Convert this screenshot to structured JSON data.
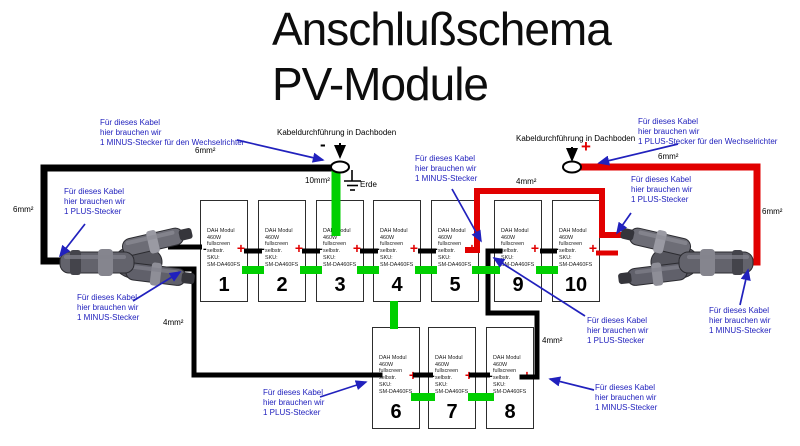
{
  "title": {
    "line1": "Anschlußschema",
    "line2": "PV-Module"
  },
  "colors": {
    "annotation_blue": "#2121bd",
    "plus_red": "#e10000",
    "ground_green": "#00cf00",
    "wire_black": "#000000"
  },
  "module_spec": {
    "lines": [
      "DAH Modul",
      "460W",
      "fullscreen",
      "selbstr.",
      "SKU:",
      "SM-DA460FS"
    ]
  },
  "terminals": {
    "minus": "-",
    "plus": "+"
  },
  "modules": [
    {
      "id": "m1",
      "number": "1"
    },
    {
      "id": "m2",
      "number": "2"
    },
    {
      "id": "m3",
      "number": "3"
    },
    {
      "id": "m4",
      "number": "4"
    },
    {
      "id": "m5",
      "number": "5"
    },
    {
      "id": "m9",
      "number": "9"
    },
    {
      "id": "m10",
      "number": "10"
    },
    {
      "id": "m6",
      "number": "6"
    },
    {
      "id": "m7",
      "number": "7"
    },
    {
      "id": "m8",
      "number": "8"
    }
  ],
  "labels": [
    {
      "id": "kabel1",
      "text": "Kabeldurchführung in Dachboden"
    },
    {
      "id": "kabel2",
      "text": "Kabeldurchführung in Dachboden"
    },
    {
      "id": "erde",
      "text": "Erde"
    },
    {
      "id": "s6a",
      "text": "6mm²"
    },
    {
      "id": "s6b",
      "text": "6mm²"
    },
    {
      "id": "s4a",
      "text": "4mm²"
    },
    {
      "id": "s10",
      "text": "10mm²"
    },
    {
      "id": "s4b",
      "text": "4mm²"
    },
    {
      "id": "s6c",
      "text": "6mm²"
    },
    {
      "id": "s6d",
      "text": "6mm²"
    },
    {
      "id": "s4c",
      "text": "4mm²"
    },
    {
      "id": "minus_sign",
      "text": "-",
      "kind": "sign-minus"
    },
    {
      "id": "plus_sign",
      "text": "+",
      "kind": "sign-plus"
    }
  ],
  "annotations": [
    {
      "id": "a1",
      "lines": [
        "Für dieses Kabel",
        "hier brauchen wir",
        "1 MINUS-Stecker für den Wechselrichter"
      ]
    },
    {
      "id": "a2",
      "lines": [
        "Für dieses Kabel",
        "hier brauchen wir",
        "1 PLUS-Stecker"
      ]
    },
    {
      "id": "a3",
      "lines": [
        "Für dieses Kabel",
        "hier brauchen wir",
        "1 MINUS-Stecker"
      ]
    },
    {
      "id": "a4",
      "lines": [
        "Für dieses Kabel",
        "hier brauchen wir",
        "1 MINUS-Stecker"
      ]
    },
    {
      "id": "a5",
      "lines": [
        "Für dieses Kabel",
        "hier brauchen wir",
        "1 PLUS-Stecker für den Wechselrichter"
      ]
    },
    {
      "id": "a6",
      "lines": [
        "Für dieses Kabel",
        "hier brauchen wir",
        "1 PLUS-Stecker"
      ]
    },
    {
      "id": "a7",
      "lines": [
        "Für dieses Kabel",
        "hier brauchen wir",
        "1 PLUS-Stecker"
      ]
    },
    {
      "id": "a8",
      "lines": [
        "Für dieses Kabel",
        "hier brauchen wir",
        "1 PLUS-Stecker"
      ]
    },
    {
      "id": "a9",
      "lines": [
        "Für dieses Kabel",
        "hier brauchen wir",
        "1 MINUS-Stecker"
      ]
    },
    {
      "id": "a10",
      "lines": [
        "Für dieses Kabel",
        "hier brauchen wir",
        "1 MINUS-Stecker"
      ]
    }
  ]
}
